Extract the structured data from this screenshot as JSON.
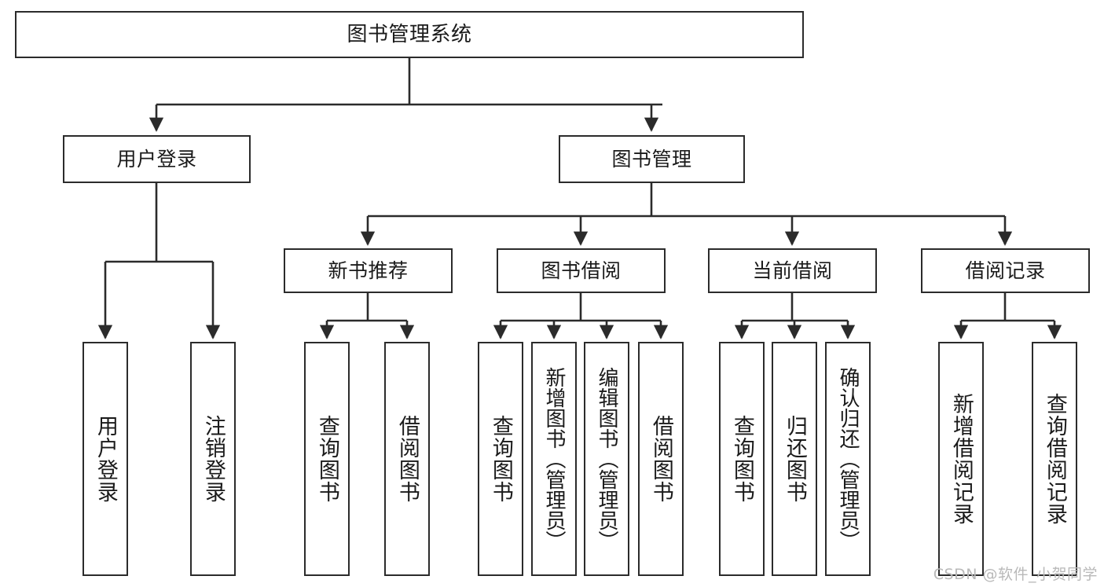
{
  "diagram": {
    "kind": "tree-hierarchy-chart",
    "title_node": {
      "label": "图书管理系统"
    },
    "level2": [
      {
        "id": "user-login",
        "label": "用户登录"
      },
      {
        "id": "book-management",
        "label": "图书管理"
      }
    ],
    "level3": [
      {
        "id": "new-book-recommend",
        "label": "新书推荐",
        "parent": "book-management"
      },
      {
        "id": "book-borrow",
        "label": "图书借阅",
        "parent": "book-management"
      },
      {
        "id": "current-borrow",
        "label": "当前借阅",
        "parent": "book-management"
      },
      {
        "id": "borrow-record",
        "label": "借阅记录",
        "parent": "book-management"
      }
    ],
    "leaves": [
      {
        "id": "leaf-user-login",
        "label": "用户登录",
        "parent": "user-login"
      },
      {
        "id": "leaf-logout-login",
        "label": "注销登录",
        "parent": "user-login"
      },
      {
        "id": "leaf-query-book-1",
        "label": "查询图书",
        "parent": "new-book-recommend"
      },
      {
        "id": "leaf-borrow-book-1",
        "label": "借阅图书",
        "parent": "new-book-recommend"
      },
      {
        "id": "leaf-query-book-2",
        "label": "查询图书",
        "parent": "book-borrow"
      },
      {
        "id": "leaf-add-book",
        "label": "新增图书（管理员）",
        "parent": "book-borrow"
      },
      {
        "id": "leaf-edit-book",
        "label": "编辑图书（管理员）",
        "parent": "book-borrow"
      },
      {
        "id": "leaf-borrow-book-2",
        "label": "借阅图书",
        "parent": "book-borrow"
      },
      {
        "id": "leaf-query-book-3",
        "label": "查询图书",
        "parent": "current-borrow"
      },
      {
        "id": "leaf-return-book",
        "label": "归还图书",
        "parent": "current-borrow"
      },
      {
        "id": "leaf-confirm-return",
        "label": "确认归还（管理员）",
        "parent": "current-borrow"
      },
      {
        "id": "leaf-add-record",
        "label": "新增借阅记录",
        "parent": "borrow-record"
      },
      {
        "id": "leaf-query-record",
        "label": "查询借阅记录",
        "parent": "borrow-record"
      }
    ],
    "colors": {
      "stroke": "#2b2b2b",
      "fill": "#ffffff",
      "text": "#1a1a1a",
      "watermark": "#b9b9b9"
    }
  },
  "watermark": {
    "text": "CSDN @软件_小贺同学"
  }
}
